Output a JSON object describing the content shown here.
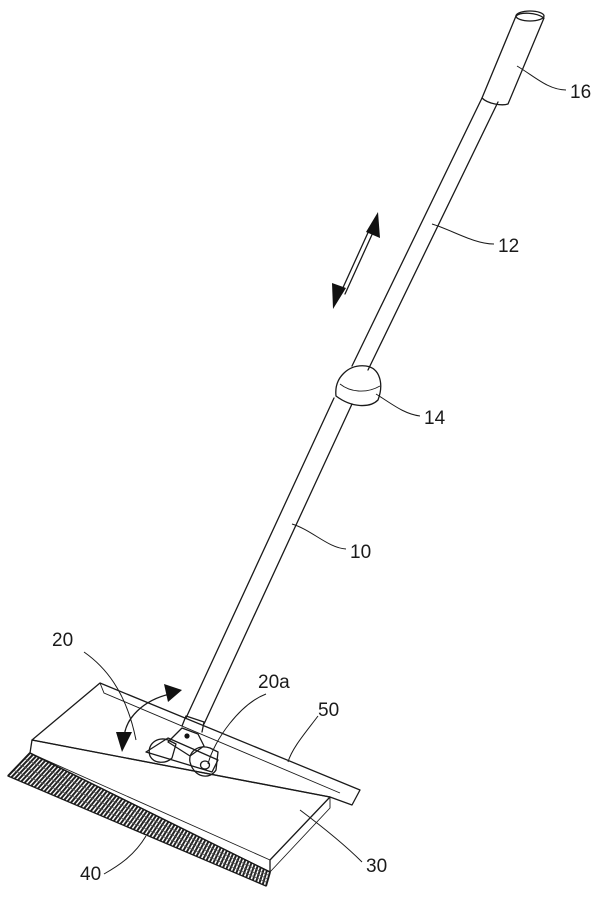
{
  "figure": {
    "labels": {
      "grip": "16",
      "upper_pole": "12",
      "joint": "14",
      "lower_pole": "10",
      "swivel": "20",
      "swivel_pin": "20a",
      "top_plate": "50",
      "base": "30",
      "bristles": "40"
    }
  }
}
